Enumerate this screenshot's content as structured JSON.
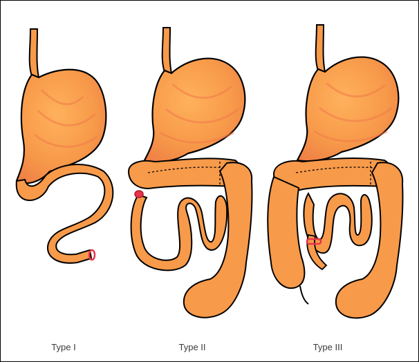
{
  "diagram": {
    "panels": [
      {
        "id": "type-1",
        "caption": "Type I"
      },
      {
        "id": "type-2",
        "caption": "Type II"
      },
      {
        "id": "type-3",
        "caption": "Type III"
      }
    ],
    "colors": {
      "organ_fill": "#f79a4a",
      "organ_shade": "#f07b4a",
      "outline": "#000000",
      "marker": "#e8334a"
    }
  }
}
